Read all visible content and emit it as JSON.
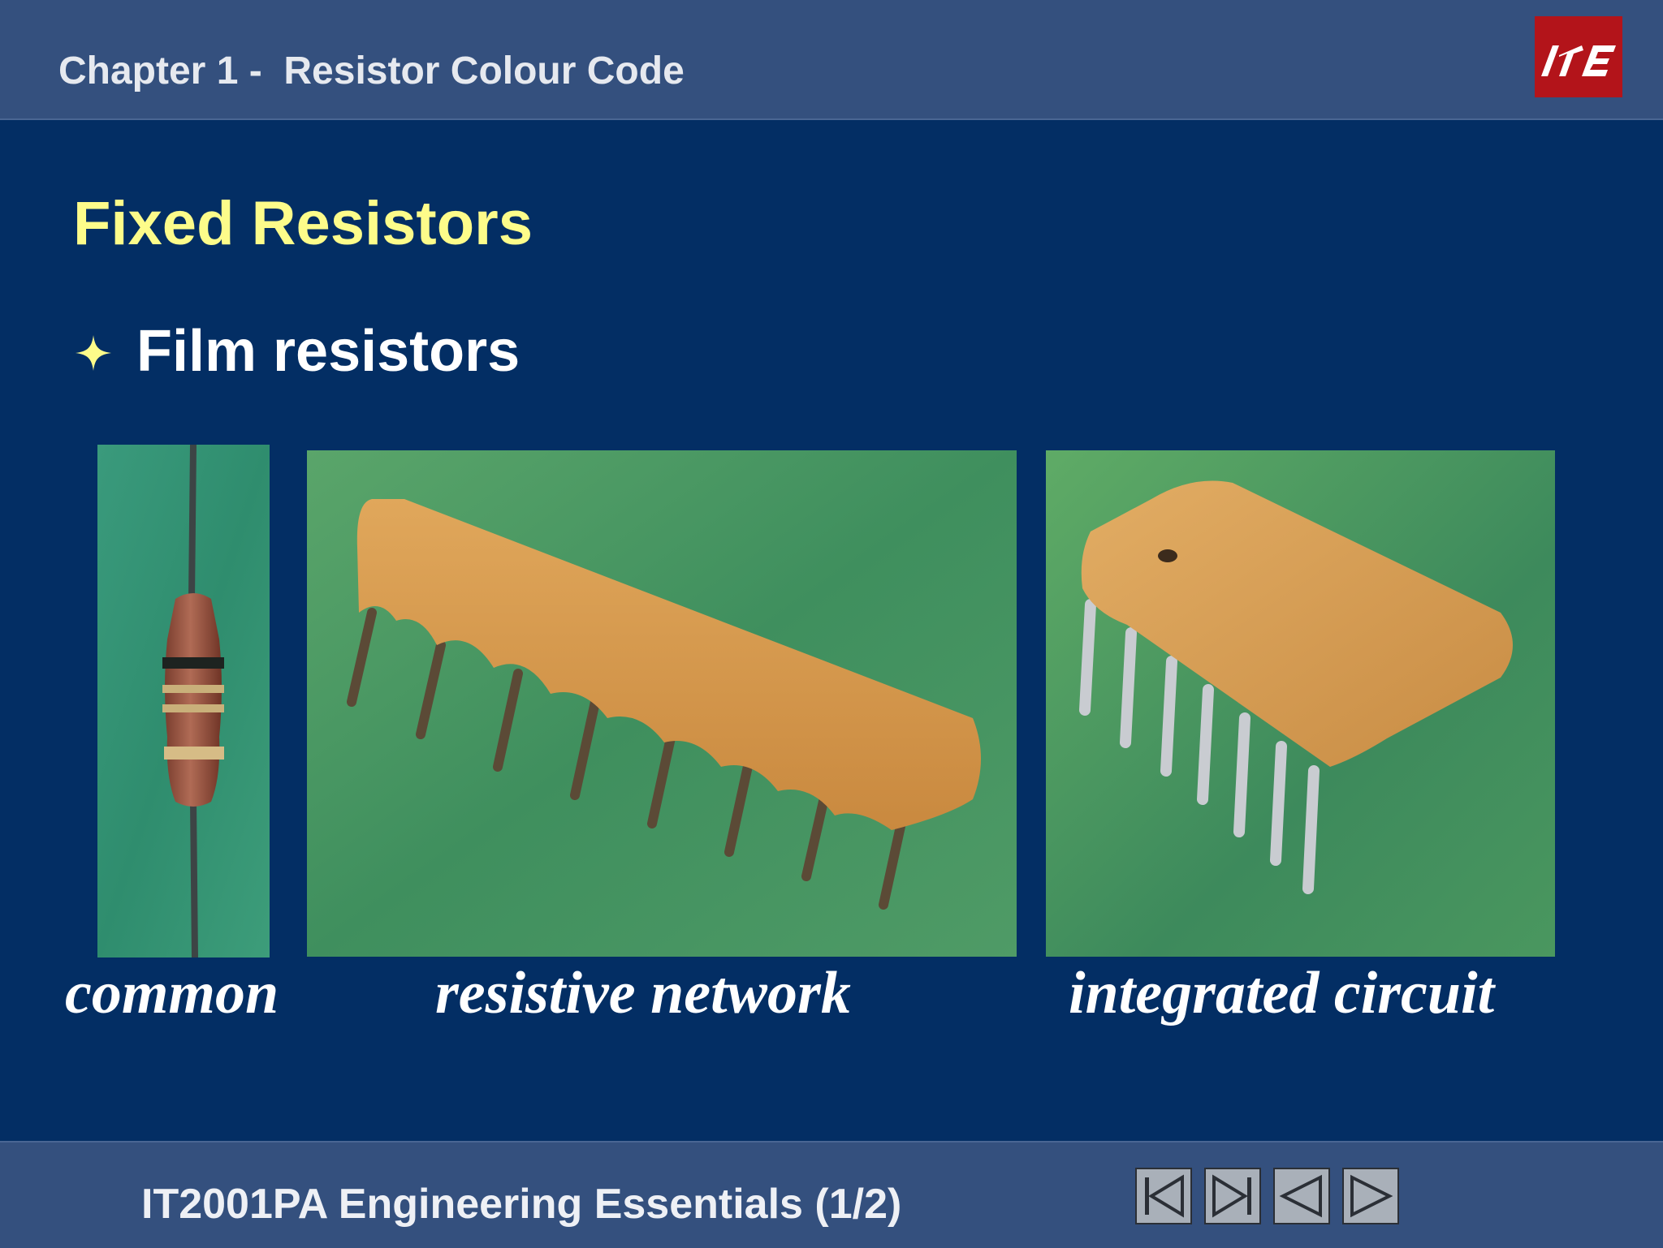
{
  "header": {
    "chapter": "Chapter 1 -  Resistor Colour Code",
    "logo_icon": "ite-logo",
    "logo_text": "ITE"
  },
  "slide": {
    "title": "Fixed Resistors",
    "bullet_icon": "star-bullet-icon",
    "bullet": "Film resistors",
    "images": [
      {
        "name": "common-resistor-photo",
        "caption": "common"
      },
      {
        "name": "resistive-network-photo",
        "caption": "resistive network"
      },
      {
        "name": "integrated-circuit-photo",
        "caption": "integrated circuit"
      }
    ]
  },
  "footer": {
    "course": "IT2001PA Engineering Essentials (1/2)",
    "nav": [
      {
        "name": "first-slide-button",
        "icon": "skip-first-icon"
      },
      {
        "name": "last-slide-button",
        "icon": "skip-last-icon"
      },
      {
        "name": "previous-slide-button",
        "icon": "previous-icon"
      },
      {
        "name": "next-slide-button",
        "icon": "next-icon"
      }
    ]
  },
  "colors": {
    "background": "#032e64",
    "bar": "#34507e",
    "title": "#fdfc8a",
    "bullet_star": "#fdfc8a",
    "logo_red": "#b3141a"
  }
}
